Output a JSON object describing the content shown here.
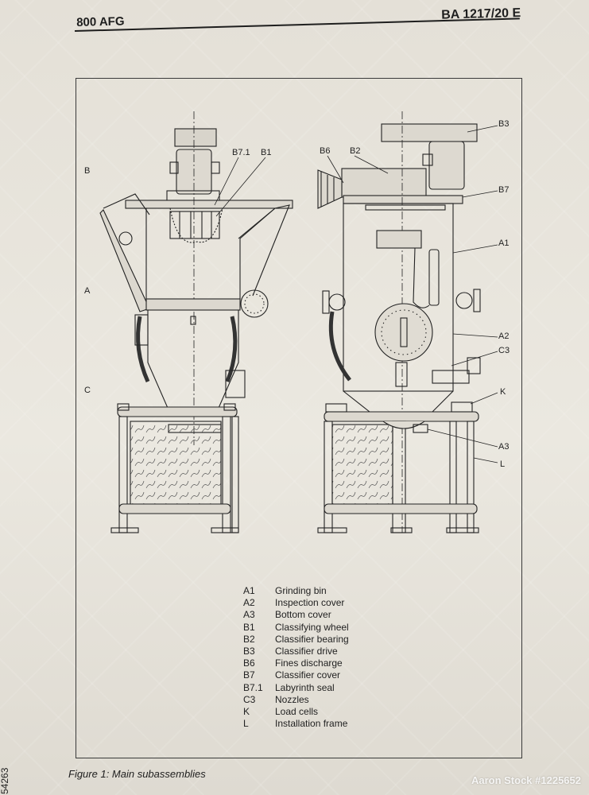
{
  "header": {
    "left_code": "800 AFG",
    "right_code": "BA 1217/20 E"
  },
  "zones": [
    "B",
    "A",
    "C"
  ],
  "callouts": {
    "b7_1": "B7.1",
    "b1": "B1",
    "b6": "B6",
    "b2": "B2",
    "b3": "B3",
    "b7": "B7",
    "a1": "A1",
    "a2": "A2",
    "c3": "C3",
    "k": "K",
    "a3": "A3",
    "l": "L"
  },
  "legend": [
    {
      "code": "A1",
      "text": "Grinding bin"
    },
    {
      "code": "A2",
      "text": "Inspection cover"
    },
    {
      "code": "A3",
      "text": "Bottom cover"
    },
    {
      "code": "B1",
      "text": "Classifying wheel"
    },
    {
      "code": "B2",
      "text": "Classifier bearing"
    },
    {
      "code": "B3",
      "text": "Classifier drive"
    },
    {
      "code": "B6",
      "text": "Fines discharge"
    },
    {
      "code": "B7",
      "text": "Classifier cover"
    },
    {
      "code": "B7.1",
      "text": "Labyrinth seal"
    },
    {
      "code": "C3",
      "text": "Nozzles"
    },
    {
      "code": "K",
      "text": "Load cells"
    },
    {
      "code": "L",
      "text": "Installation frame"
    }
  ],
  "caption": "Figure 1: Main subassemblies",
  "side_number": "54263",
  "watermark": "Aaron Stock #1225652",
  "colors": {
    "paper": "#e7e3da",
    "ink": "#1e1e1e",
    "hatch": "#555555"
  }
}
